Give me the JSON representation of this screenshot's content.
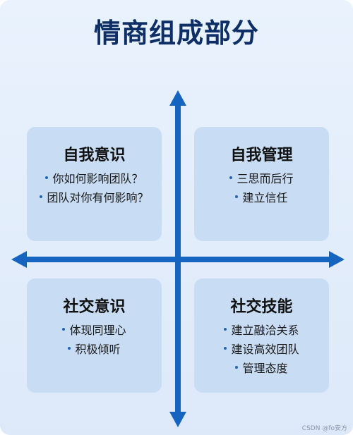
{
  "title": "情商组成部分",
  "quadrants": {
    "top_left": {
      "title": "自我意识",
      "items": [
        "你如何影响团队？",
        "团队对你有何影响？"
      ]
    },
    "top_right": {
      "title": "自我管理",
      "items": [
        "三思而后行",
        "建立信任"
      ]
    },
    "bottom_left": {
      "title": "社交意识",
      "items": [
        "体现同理心",
        "积极倾听"
      ]
    },
    "bottom_right": {
      "title": "社交技能",
      "items": [
        "建立融洽关系",
        "建设高效团队",
        "管理态度"
      ]
    }
  },
  "watermark": "CSDN @fo安方",
  "colors": {
    "axis": "#1565c0",
    "title": "#0e2f66",
    "card": "#c8dcf3"
  }
}
